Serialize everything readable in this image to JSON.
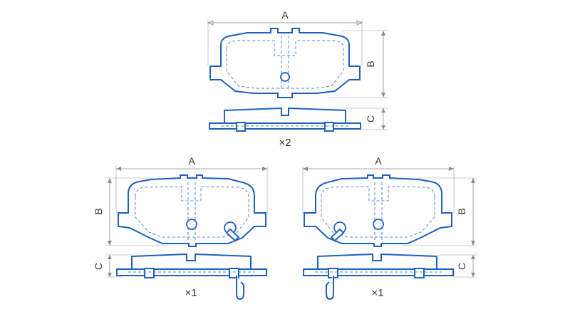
{
  "colors": {
    "outline": "#1f5fbf",
    "hidden": "#4d86d6",
    "dimension": "#8a8a8a",
    "text": "#333333"
  },
  "labels": {
    "top": {
      "width": "A",
      "height": "B",
      "thickness": "C",
      "quantity": "×2"
    },
    "left": {
      "width": "A",
      "height": "B",
      "thickness": "C",
      "quantity": "×1"
    },
    "right": {
      "width": "A",
      "height": "B",
      "thickness": "C",
      "quantity": "×1"
    }
  }
}
